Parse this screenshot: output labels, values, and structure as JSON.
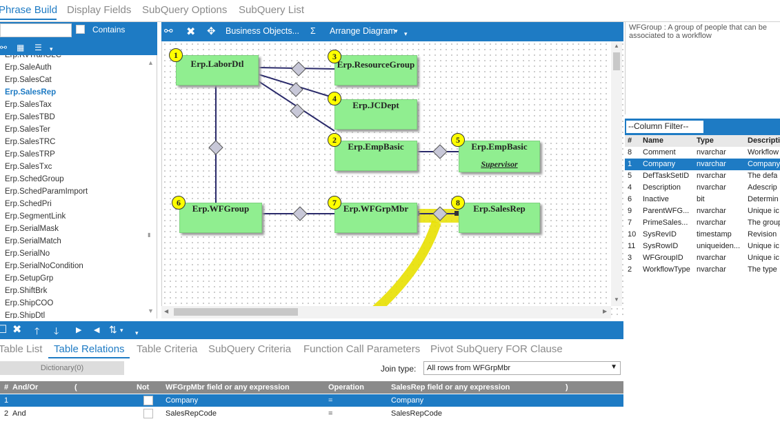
{
  "top_tabs": [
    "Phrase Build",
    "Display Fields",
    "SubQuery Options",
    "SubQuery List"
  ],
  "left_panel": {
    "search_value": "",
    "contains_label": "Contains",
    "items": [
      "Erp.RvTranGLC",
      "Erp.SaleAuth",
      "Erp.SalesCat",
      "Erp.SalesRep",
      "Erp.SalesTax",
      "Erp.SalesTBD",
      "Erp.SalesTer",
      "Erp.SalesTRC",
      "Erp.SalesTRP",
      "Erp.SalesTxc",
      "Erp.SchedGroup",
      "Erp.SchedParamImport",
      "Erp.SchedPri",
      "Erp.SegmentLink",
      "Erp.SerialMask",
      "Erp.SerialMatch",
      "Erp.SerialNo",
      "Erp.SerialNoCondition",
      "Erp.SetupGrp",
      "Erp.ShiftBrk",
      "Erp.ShipCOO",
      "Erp.ShipDtl"
    ],
    "selected": "Erp.SalesRep"
  },
  "diagram_toolbar": {
    "business_objects": "Business Objects...",
    "sigma": "Σ",
    "arrange": "Arrange Diagram",
    "caret": "▾"
  },
  "nodes": [
    {
      "num": "1",
      "name": "Erp.LaborDtl",
      "sub": ""
    },
    {
      "num": "3",
      "name": "Erp.ResourceGroup",
      "sub": ""
    },
    {
      "num": "4",
      "name": "Erp.JCDept",
      "sub": ""
    },
    {
      "num": "2",
      "name": "Erp.EmpBasic",
      "sub": ""
    },
    {
      "num": "5",
      "name": "Erp.EmpBasic",
      "sub": "Supervisor"
    },
    {
      "num": "6",
      "name": "Erp.WFGroup",
      "sub": ""
    },
    {
      "num": "7",
      "name": "Erp.WFGrpMbr",
      "sub": ""
    },
    {
      "num": "8",
      "name": "Erp.SalesRep",
      "sub": ""
    }
  ],
  "right_panel": {
    "description": "WFGroup : A group of people that can be associated to a workflow",
    "column_filter": "--Column Filter--",
    "headers": [
      "#",
      "Name",
      "Type",
      "Descripti"
    ],
    "rows": [
      [
        "8",
        "Comment",
        "nvarchar",
        "Workflow"
      ],
      [
        "1",
        "Company",
        "nvarchar",
        "Company"
      ],
      [
        "5",
        "DefTaskSetID",
        "nvarchar",
        "The defa"
      ],
      [
        "4",
        "Description",
        "nvarchar",
        "Adescrip"
      ],
      [
        "6",
        "Inactive",
        "bit",
        "Determin"
      ],
      [
        "9",
        "ParentWFG...",
        "nvarchar",
        "Unique ic"
      ],
      [
        "7",
        "PrimeSales...",
        "nvarchar",
        "The group"
      ],
      [
        "10",
        "SysRevID",
        "timestamp",
        "Revision"
      ],
      [
        "11",
        "SysRowID",
        "uniqueiden...",
        "Unique ic"
      ],
      [
        "3",
        "WFGroupID",
        "nvarchar",
        "Unique ic"
      ],
      [
        "2",
        "WorkflowType",
        "nvarchar",
        "The type"
      ]
    ],
    "selected_row": 1
  },
  "bottom_tabs": [
    "Table List",
    "Table Relations",
    "Table Criteria",
    "SubQuery Criteria",
    "Function Call Parameters",
    "Pivot SubQuery FOR Clause"
  ],
  "bottom": {
    "dictionary": "Dictionary(0)",
    "join_type_label": "Join type:",
    "join_type_value": "All rows from WFGrpMbr",
    "headers": [
      "#",
      "And/Or",
      "(",
      "Not",
      "WFGrpMbr field or any expression",
      "Operation",
      "SalesRep field or any expression",
      ")"
    ],
    "rows": [
      [
        "1",
        "",
        "",
        "",
        "Company",
        "=",
        "Company",
        ""
      ],
      [
        "2",
        "And",
        "",
        "",
        "SalesRepCode",
        "=",
        "SalesRepCode",
        ""
      ]
    ]
  },
  "colors": {
    "accent": "#1e7bc4",
    "node": "#90ee90",
    "highlight": "#e8e000"
  }
}
